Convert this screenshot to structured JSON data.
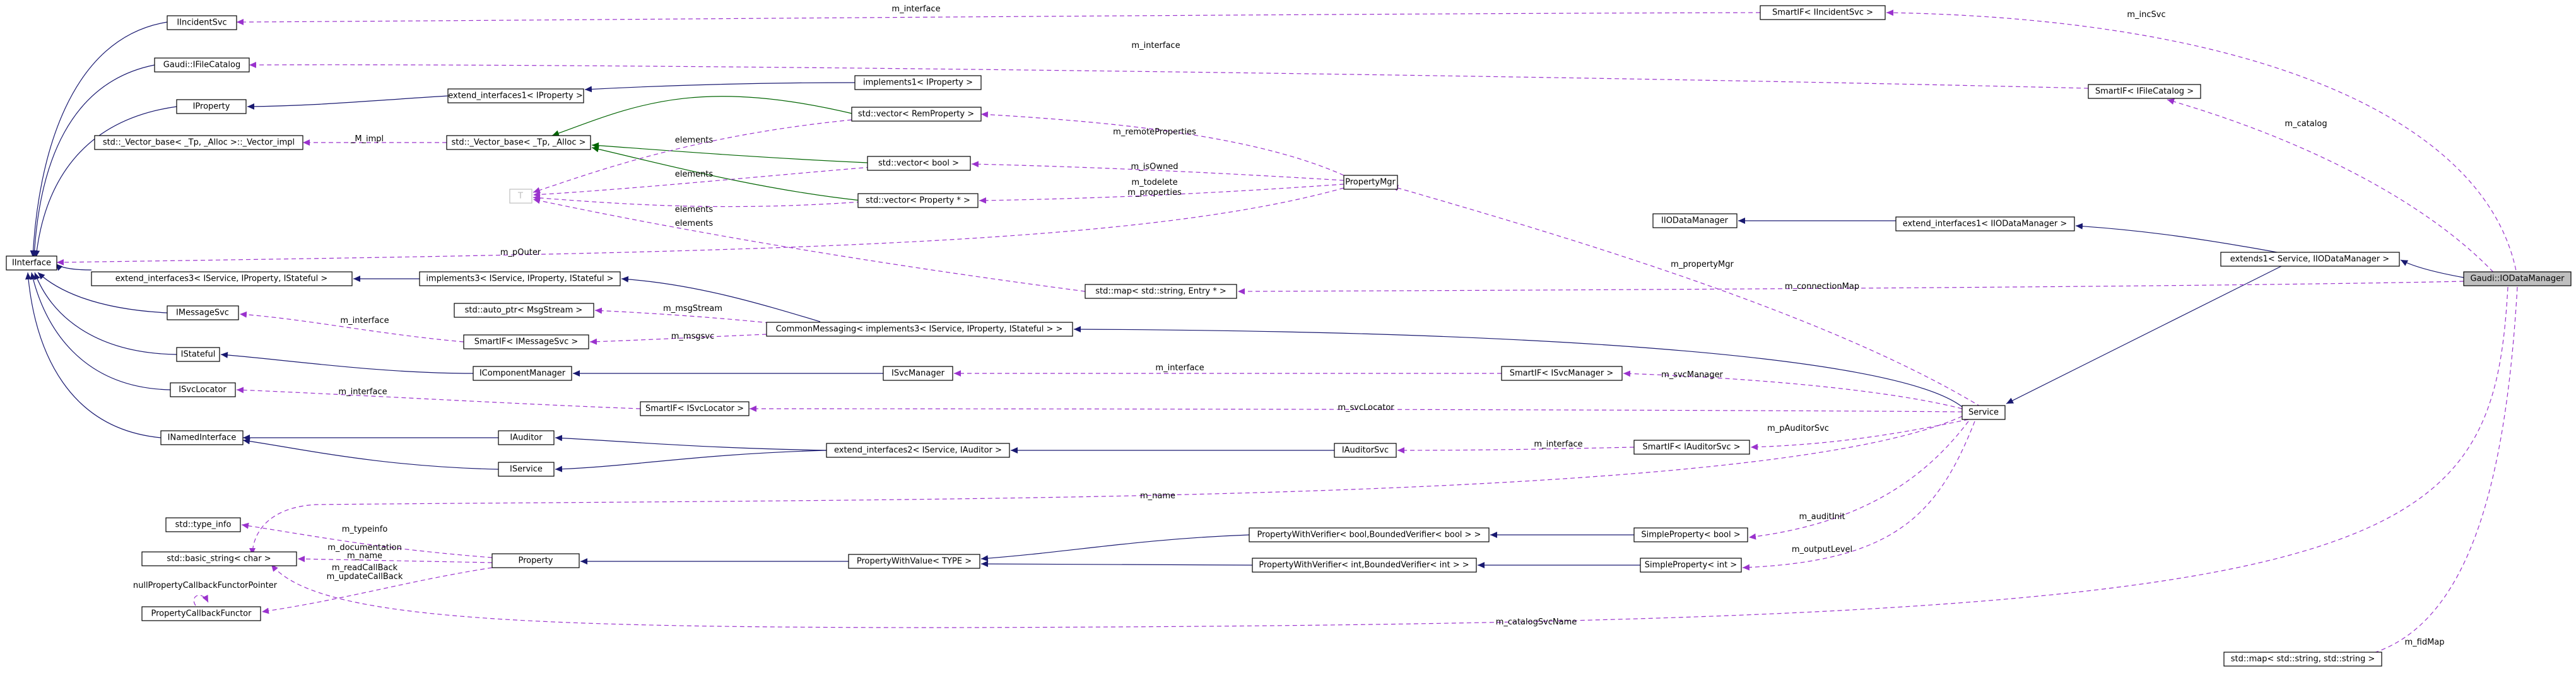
{
  "nodes": {
    "IIncidentSvc": "IIncidentSvc",
    "GaudiIFileCatalog": "Gaudi::IFileCatalog",
    "IProperty": "IProperty",
    "VectorImpl": "std::_Vector_base< _Tp, _Alloc >::_Vector_impl",
    "IInterface": "IInterface",
    "ExtendInterfaces3": "extend_interfaces3< IService, IProperty, IStateful >",
    "IMessageSvc": "IMessageSvc",
    "IStateful": "IStateful",
    "ISvcLocator": "ISvcLocator",
    "INamedInterface": "INamedInterface",
    "ExtendInterfaces1IProperty": "extend_interfaces1< IProperty >",
    "VectorBase": "std::_Vector_base< _Tp, _Alloc >",
    "T": "T",
    "Implements3": "implements3< IService, IProperty, IStateful >",
    "AutoPtrMsgStream": "std::auto_ptr< MsgStream >",
    "SmartIFIMessageSvc": "SmartIF< IMessageSvc >",
    "IComponentManager": "IComponentManager",
    "SmartIFISvcLocator": "SmartIF< ISvcLocator >",
    "IAuditor": "IAuditor",
    "IService": "IService",
    "Implements1IProperty": "implements1< IProperty >",
    "VectorRemProperty": "std::vector< RemProperty >",
    "VectorBool": "std::vector< bool >",
    "VectorPropertyPtr": "std::vector< Property * >",
    "PropertyMgr": "PropertyMgr",
    "MapStringEntry": "std::map< std::string, Entry * >",
    "CommonMessaging": "CommonMessaging< implements3< IService, IProperty, IStateful > >",
    "ISvcManager": "ISvcManager",
    "ExtendInterfaces2": "extend_interfaces2< IService, IAuditor >",
    "IAuditorSvc": "IAuditorSvc",
    "SmartIFISvcManager": "SmartIF< ISvcManager >",
    "SmartIFIAuditorSvc": "SmartIF< IAuditorSvc >",
    "Service": "Service",
    "StdTypeInfo": "std::type_info",
    "BasicString": "std::basic_string< char >",
    "PropertyCallbackFunctor": "PropertyCallbackFunctor",
    "Property": "Property",
    "PropertyWithValue": "PropertyWithValue< TYPE >",
    "PWVBool": "PropertyWithVerifier< bool,BoundedVerifier< bool > >",
    "PWVInt": "PropertyWithVerifier< int,BoundedVerifier< int > >",
    "SimplePropertyBool": "SimpleProperty< bool >",
    "SimplePropertyInt": "SimpleProperty< int >",
    "SmartIFIIncidentSvc": "SmartIF< IIncidentSvc >",
    "SmartIFIFileCatalog": "SmartIF< IFileCatalog >",
    "IIODataManager": "IIODataManager",
    "ExtendInterfaces1IIODataManager": "extend_interfaces1< IIODataManager >",
    "Extends1": "extends1< Service, IIODataManager >",
    "GaudiIODataManager": "Gaudi::IODataManager",
    "MapStringString": "std::map< std::string, std::string >"
  },
  "edge_labels": {
    "m_interface": "m_interface",
    "m_impl": "_M_impl",
    "elements": "elements",
    "m_remoteProperties": "m_remoteProperties",
    "m_isOwned": "m_isOwned",
    "m_todelete": "m_todelete",
    "m_properties": "m_properties",
    "m_pOuter": "m_pOuter",
    "m_msgStream": "m_msgStream",
    "m_msgsvc": "m_msgsvc",
    "m_svcLocator": "m_svcLocator",
    "m_svcManager": "m_svcManager",
    "m_pAuditorSvc": "m_pAuditorSvc",
    "m_name": "m_name",
    "m_typeinfo": "m_typeinfo",
    "m_documentation": "m_documentation",
    "m_readCallBack": "m_readCallBack",
    "m_updateCallBack": "m_updateCallBack",
    "m_auditInit": "m_auditInit",
    "m_outputLevel": "m_outputLevel",
    "m_propertyMgr": "m_propertyMgr",
    "m_connectionMap": "m_connectionMap",
    "m_incSvc": "m_incSvc",
    "m_catalog": "m_catalog",
    "m_catalogSvcName": "m_catalogSvcName",
    "m_fidMap": "m_fidMap",
    "nullPropertyCallbackFunctorPointer": "nullPropertyCallbackFunctorPointer"
  },
  "colors": {
    "inheritance": "#191970",
    "template": "#006400",
    "usage": "#9a32cd",
    "highlight_fill": "#bfbfbf",
    "node_border": "#000000"
  }
}
